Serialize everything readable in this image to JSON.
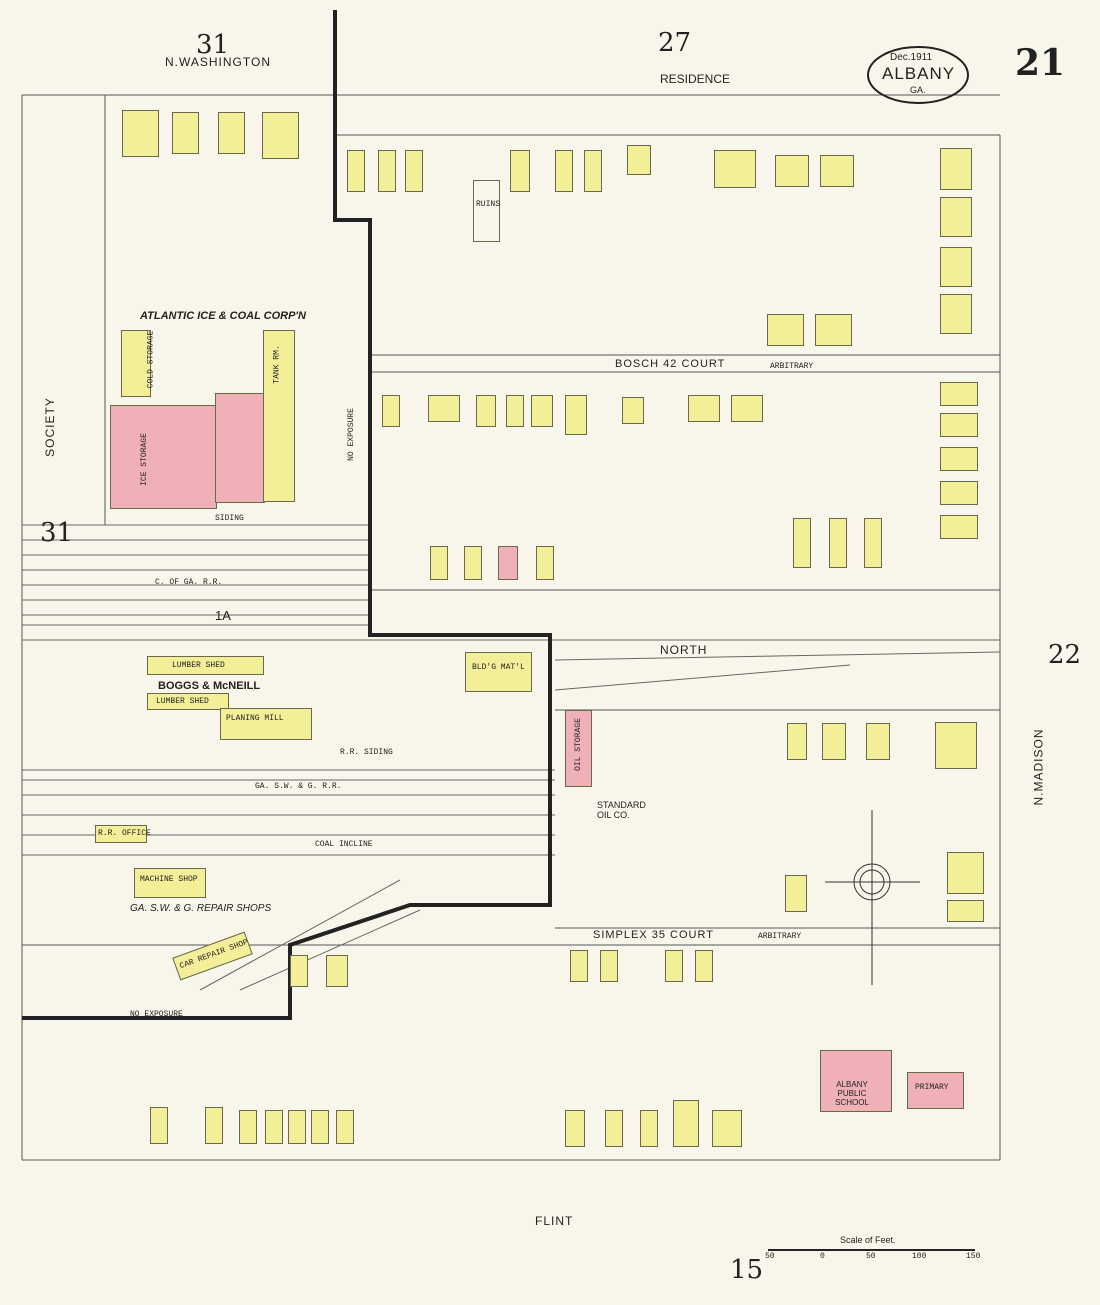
{
  "sheet": {
    "number": "21",
    "city": "ALBANY",
    "state": "GA.",
    "date": "Dec.1911",
    "adjacent_sheets": [
      "31",
      "27",
      "22",
      "15",
      "31"
    ]
  },
  "streets": {
    "top": "N.WASHINGTON",
    "left": "SOCIETY",
    "right": "N.MADISON",
    "middle": "NORTH",
    "bottom": "FLINT",
    "court_north": "BOSCH 42 COURT",
    "court_south": "SIMPLEX 35 COURT",
    "court_note": "ARBITRARY"
  },
  "areas": {
    "residence": "RESIDENCE",
    "section_1a": "1A"
  },
  "businesses": {
    "ice_coal": "ATLANTIC ICE & COAL CORP'N",
    "boggs": "BOGGS & McNEILL",
    "standard_oil": "STANDARD OIL CO.",
    "repair_shops": "GA. S.W. & G. REPAIR SHOPS",
    "school": "ALBANY PUBLIC SCHOOL",
    "primary": "PRIMARY",
    "ruins": "RUINS"
  },
  "building_labels": {
    "lumber_shed": "LUMBER SHED",
    "planing_mill": "PLANING MILL",
    "machine_shop": "MACHINE SHOP",
    "car_repair": "CAR REPAIR SHOP",
    "oil_storage": "OIL STORAGE",
    "cold_storage": "COLD STORAGE",
    "ice_storage": "ICE STORAGE",
    "tank_rm": "TANK RM.",
    "bldg_mats": "BLD'G MAT'L",
    "rr_office": "R.R. OFFICE",
    "coal_incline": "COAL INCLINE",
    "lumber_shed_2": "LUMBER SHED"
  },
  "rail": {
    "siding": "SIDING",
    "c_of_ga": "C. OF GA. R.R.",
    "gasw": "GA. S.W. & G. R.R.",
    "rr_siding": "R.R. SIDING"
  },
  "misc": {
    "no_exposure": "NO EXPOSURE",
    "scale": "Scale of Feet.",
    "scale_ticks": [
      "50",
      "0",
      "50",
      "100",
      "150"
    ]
  }
}
